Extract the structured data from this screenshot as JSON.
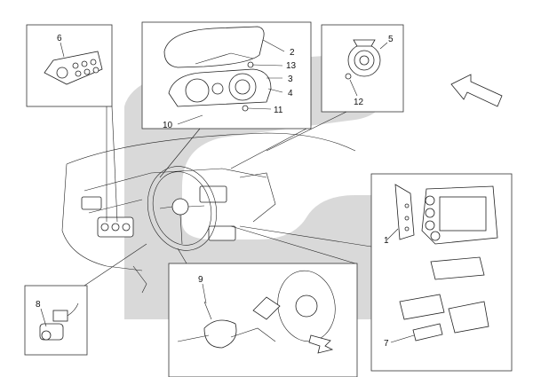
{
  "colors": {
    "background": "#ffffff",
    "swoosh": "#d9d9d9",
    "line": "#222222"
  },
  "callouts": {
    "c1": "1",
    "c2": "2",
    "c3": "3",
    "c4": "4",
    "c5": "5",
    "c6": "6",
    "c7": "7",
    "c8": "8",
    "c9": "9",
    "c10": "10",
    "c11": "11",
    "c12": "12",
    "c13": "13"
  }
}
